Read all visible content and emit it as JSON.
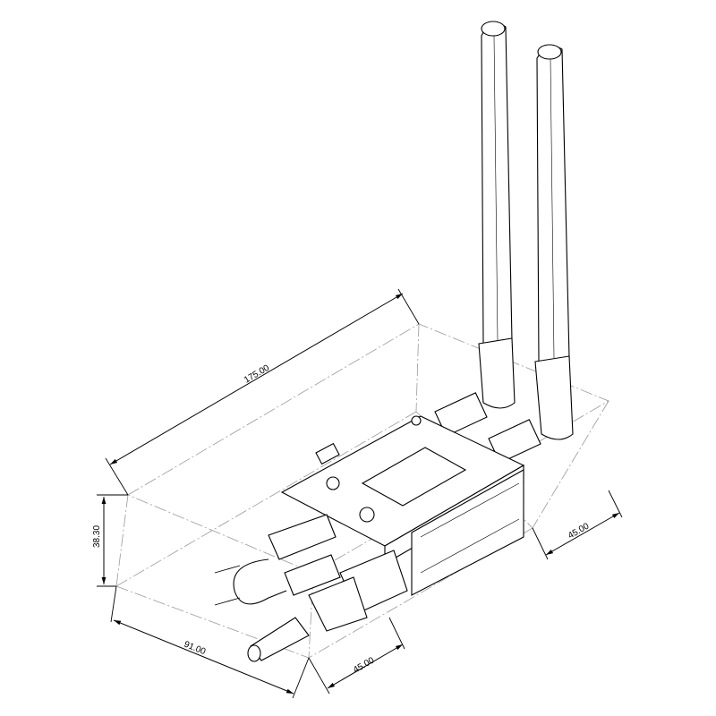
{
  "dimensions": {
    "length": "175.00",
    "height": "38.30",
    "width_left": "91.00",
    "depth_front": "45.00",
    "depth_right": "45.00"
  },
  "colors": {
    "line": "#000000",
    "bounding_box": "#9a9a9a",
    "background": "#ffffff"
  }
}
